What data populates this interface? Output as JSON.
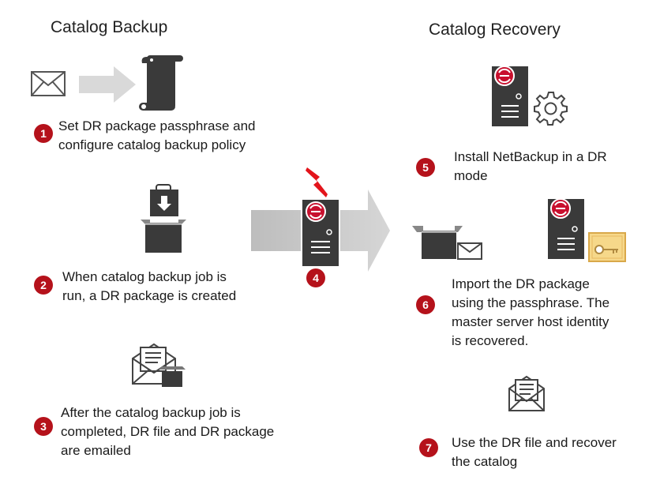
{
  "headings": {
    "backup": "Catalog Backup",
    "recovery": "Catalog Recovery"
  },
  "steps": [
    {
      "number": "1",
      "text_line1": "Set DR package passphrase and",
      "text_line2": "configure catalog backup policy"
    },
    {
      "number": "2",
      "text_line1": "When catalog backup job is",
      "text_line2": "run, a DR package is created"
    },
    {
      "number": "3",
      "text_line1": "After the catalog backup job is",
      "text_line2": "completed, DR file and DR package",
      "text_line3": "are emailed"
    },
    {
      "number": "4"
    },
    {
      "number": "5",
      "text_line1": "Install NetBackup in a DR",
      "text_line2": "mode"
    },
    {
      "number": "6",
      "text_line1": "Import the DR package",
      "text_line2": "using the passphrase. The",
      "text_line3": "master server host identity",
      "text_line4": "is recovered."
    },
    {
      "number": "7",
      "text_line1": "Use the DR file and recover",
      "text_line2": "the catalog"
    }
  ],
  "icons": [
    "envelope-icon",
    "arrow-icon",
    "scroll-icon",
    "package-download-icon",
    "email-package-icon",
    "lightning-icon",
    "big-arrow-icon",
    "server-icon",
    "gear-icon",
    "open-box-icon",
    "certificate-key-icon",
    "email-document-icon"
  ],
  "colors": {
    "badge": "#b5121b",
    "server_body": "#3a3a3a",
    "arrow_gray": "#c8c8c8",
    "lightning": "#e3141b",
    "certificate": "#f6d88a"
  }
}
